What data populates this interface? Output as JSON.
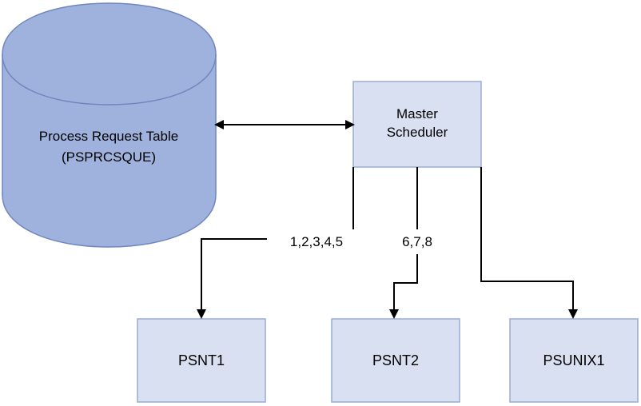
{
  "diagram": {
    "database": {
      "line1": "Process Request Table",
      "line2": "(PSPRCSQUE)"
    },
    "scheduler": {
      "line1": "Master",
      "line2": "Scheduler"
    },
    "servers": {
      "psnt1": "PSNT1",
      "psnt2": "PSNT2",
      "psunix1": "PSUNIX1"
    },
    "edge_labels": {
      "to_psnt1": "1,2,3,4,5",
      "to_psnt2": "6,7,8"
    },
    "colors": {
      "database_fill": "#9fb2dd",
      "database_stroke": "#6f86be",
      "box_fill": "#d8e0f1",
      "box_stroke": "#9aabd2",
      "connector": "#000000"
    }
  }
}
